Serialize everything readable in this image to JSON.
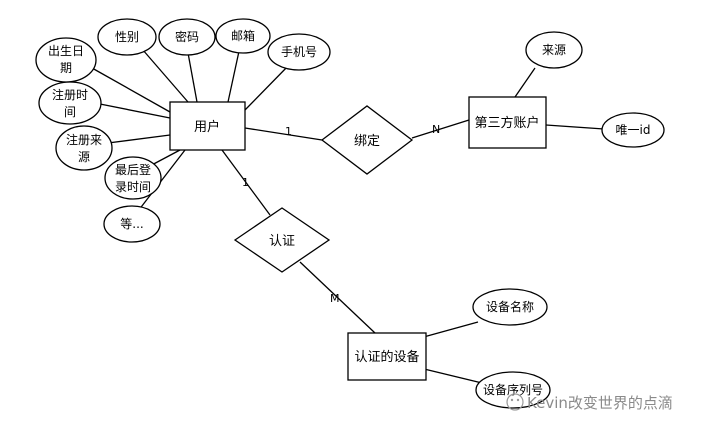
{
  "entities": {
    "user": "用户",
    "third_party": "第三方账户",
    "device": "认证的设备"
  },
  "relationships": {
    "bind": "绑定",
    "auth": "认证"
  },
  "attributes": {
    "gender": "性别",
    "password": "密码",
    "email": "邮箱",
    "phone": "手机号",
    "birthday": [
      "出生日",
      "期"
    ],
    "reg_time": [
      "注册时",
      "间"
    ],
    "reg_source": [
      "注册来",
      "源"
    ],
    "last_login": [
      "最后登",
      "录时间"
    ],
    "etc": "等...",
    "source": "来源",
    "unique_id": "唯一id",
    "device_name": "设备名称",
    "device_serial": "设备序列号"
  },
  "cardinalities": {
    "user_bind": "1",
    "bind_third": "N",
    "user_auth": "1",
    "auth_device": "M"
  },
  "watermark": "Kevin改变世界的点滴"
}
